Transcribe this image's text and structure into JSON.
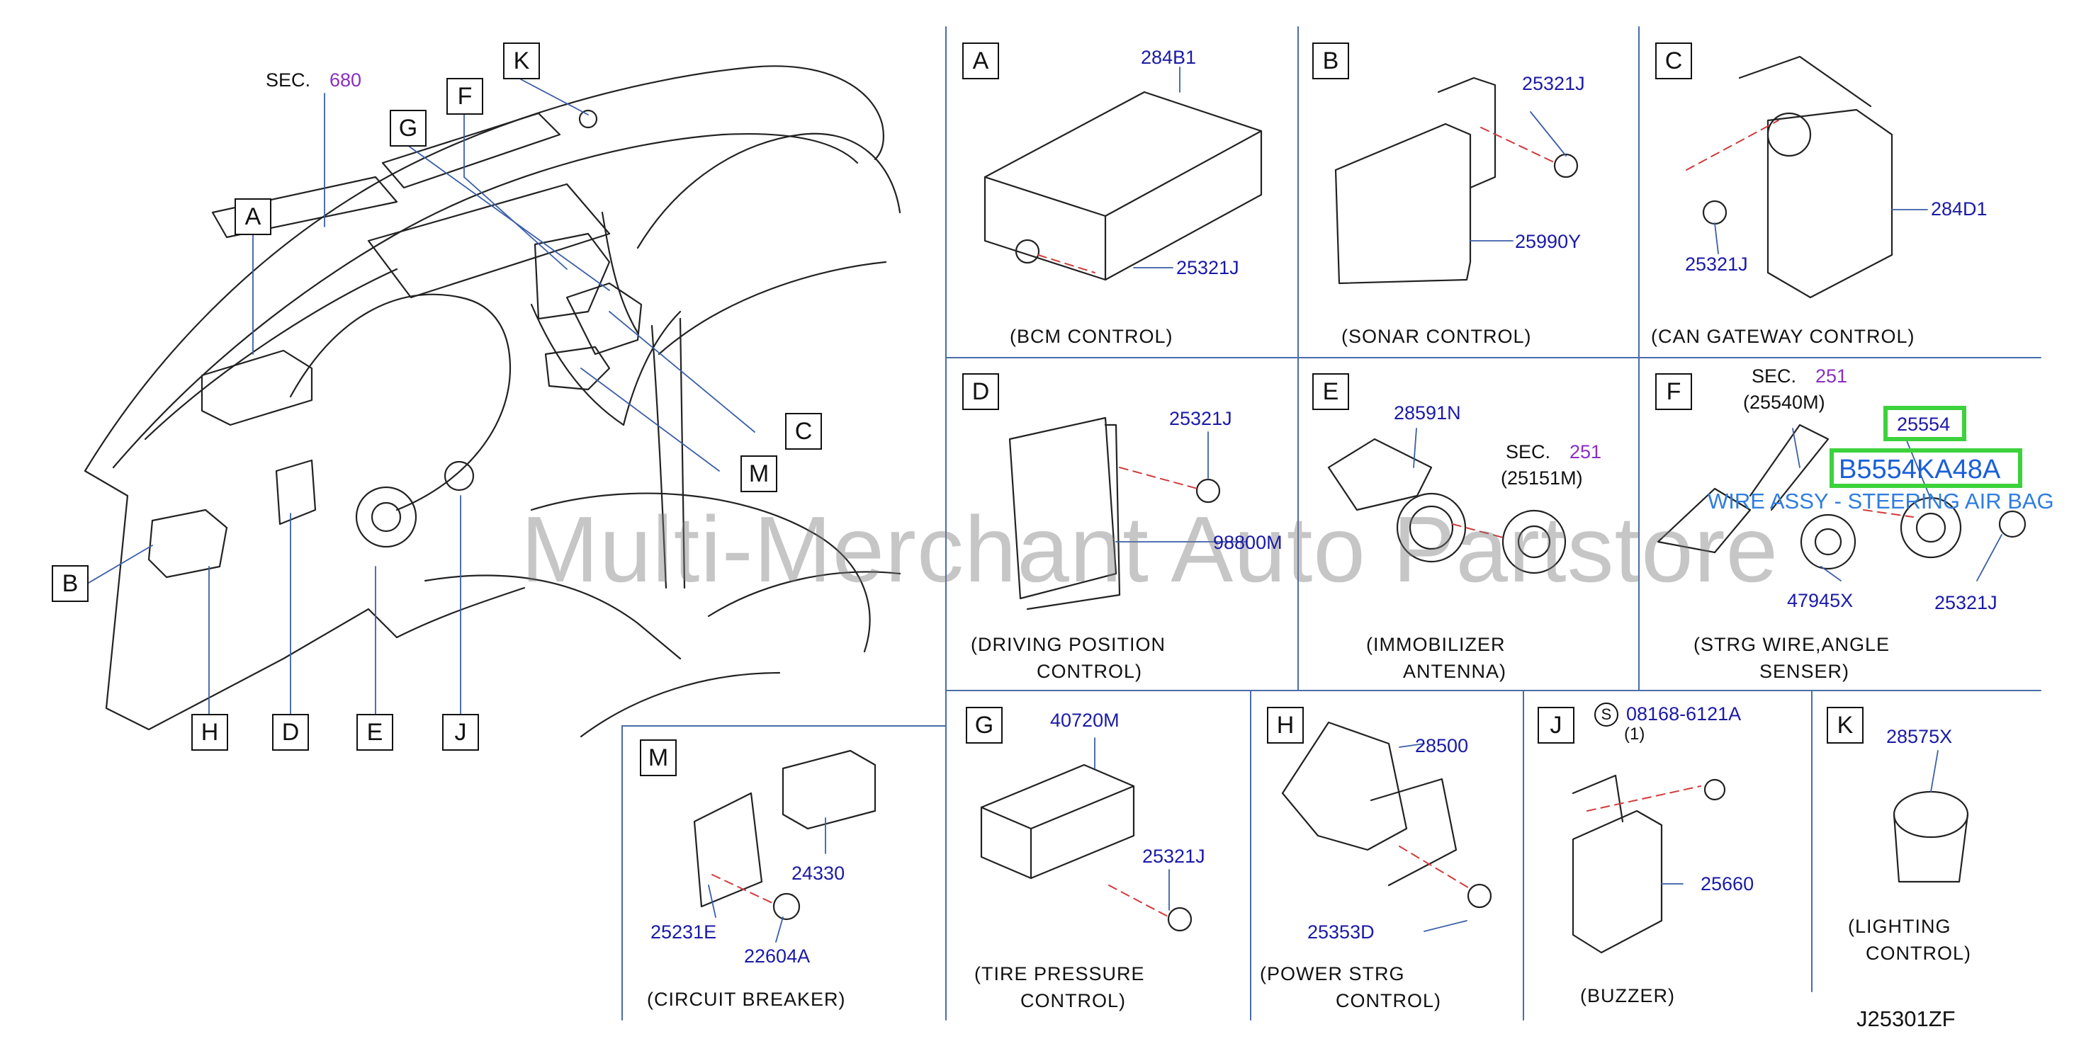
{
  "overview": {
    "sec_label": "SEC.",
    "sec_value": "680",
    "callouts": [
      "A",
      "B",
      "C",
      "D",
      "E",
      "F",
      "G",
      "H",
      "J",
      "K",
      "M"
    ]
  },
  "watermark": "Multi-Merchant Auto Partstore",
  "panels": {
    "A": {
      "letter": "A",
      "parts": [
        "284B1",
        "25321J"
      ],
      "caption": [
        "(BCM   CONTROL)"
      ]
    },
    "B": {
      "letter": "B",
      "parts": [
        "25321J",
        "25990Y"
      ],
      "caption": [
        "(SONAR   CONTROL)"
      ]
    },
    "C": {
      "letter": "C",
      "parts": [
        "284D1",
        "25321J"
      ],
      "caption": [
        "(CAN   GATEWAY   CONTROL)"
      ]
    },
    "D": {
      "letter": "D",
      "parts": [
        "25321J",
        "98800M"
      ],
      "caption": [
        "(DRIVING   POSITION",
        "CONTROL)"
      ]
    },
    "E": {
      "letter": "E",
      "parts": [
        "28591N"
      ],
      "sec_label": "SEC.",
      "sec_value": "251",
      "sec_ref": "(25151M)",
      "caption": [
        "(IMMOBILIZER",
        "ANTENNA)"
      ]
    },
    "F": {
      "letter": "F",
      "parts": [
        "25554",
        "47945X",
        "25321J"
      ],
      "sec_label": "SEC.",
      "sec_value": "251",
      "sec_ref": "(25540M)",
      "caption": [
        "(STRG   WIRE,ANGLE",
        "SENSER)"
      ],
      "highlight_code": "B5554KA48A",
      "highlight_desc": "WIRE ASSY - STEERING AIR BAG"
    },
    "G": {
      "letter": "G",
      "parts": [
        "40720M",
        "25321J"
      ],
      "caption": [
        "(TIRE   PRESSURE",
        "CONTROL)"
      ]
    },
    "H": {
      "letter": "H",
      "parts": [
        "28500",
        "25353D"
      ],
      "caption": [
        "(POWER   STRG",
        "CONTROL)"
      ]
    },
    "J": {
      "letter": "J",
      "parts": [
        "08168-6121A",
        "(1)",
        "25660"
      ],
      "s_symbol": "S",
      "caption": [
        "(BUZZER)"
      ]
    },
    "K": {
      "letter": "K",
      "parts": [
        "28575X"
      ],
      "caption": [
        "(LIGHTING",
        "CONTROL)"
      ]
    },
    "M": {
      "letter": "M",
      "parts": [
        "24330",
        "25231E",
        "22604A"
      ],
      "caption": [
        "(CIRCUIT   BREAKER)"
      ]
    }
  },
  "diagram_code": "J25301ZF",
  "colors": {
    "part_number": "#1a1aa8",
    "sec_value": "#8a2fc2",
    "highlight_box": "#3cd23c",
    "highlight_text": "#1a5fd8",
    "leader_dash": "#d23a3a"
  }
}
